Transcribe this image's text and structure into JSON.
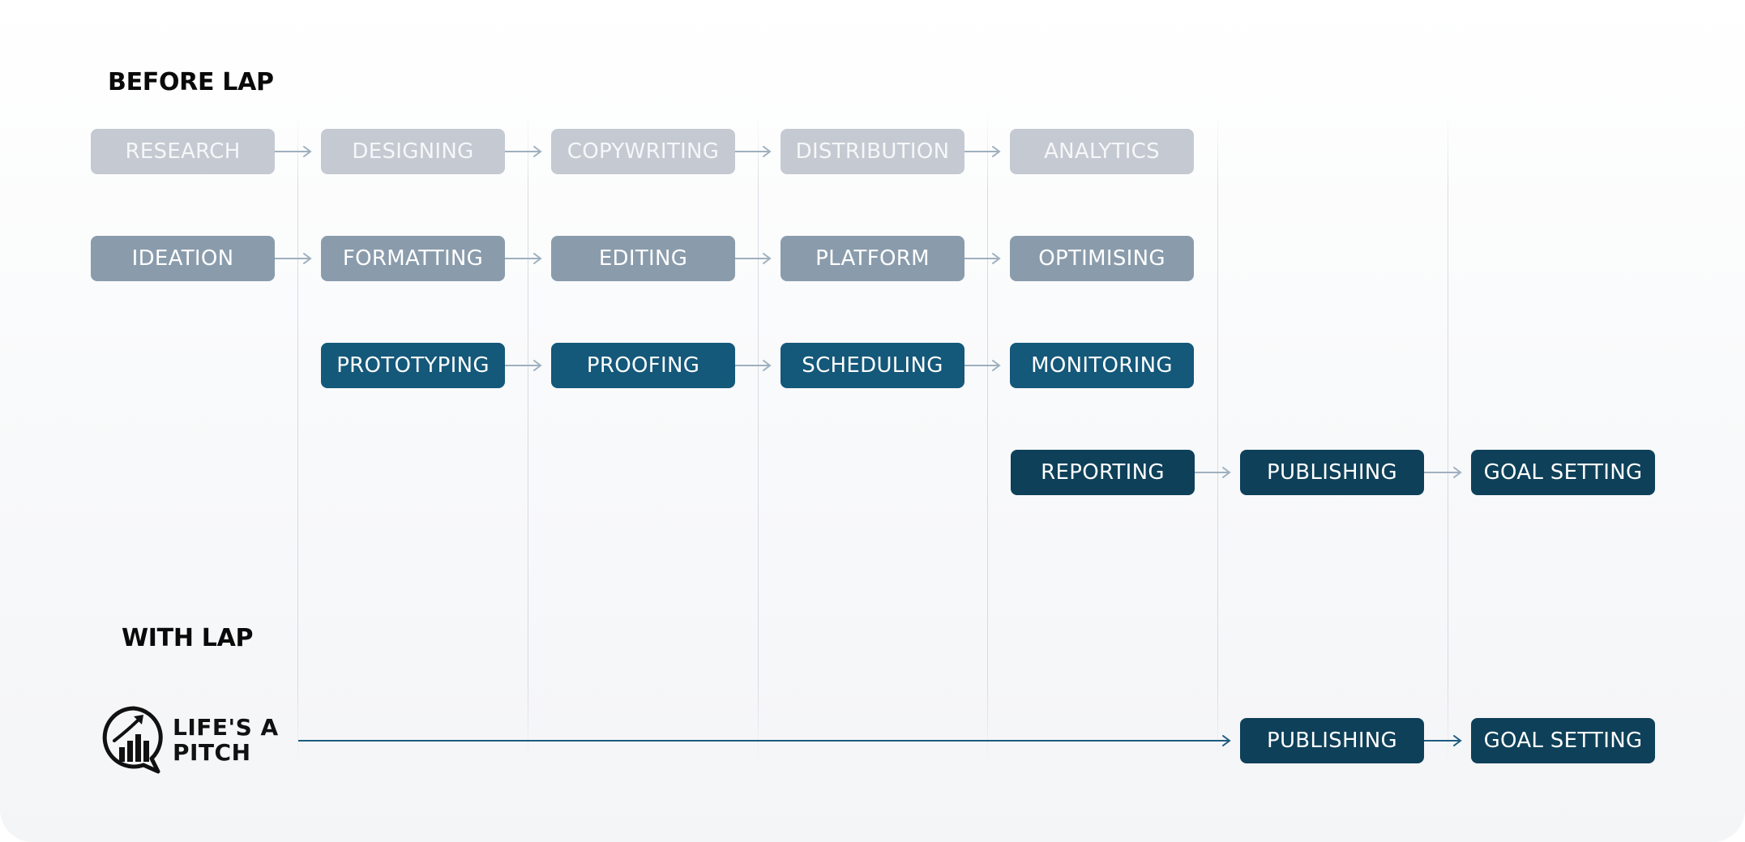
{
  "headings": {
    "before": "BEFORE LAP",
    "with": "WITH LAP"
  },
  "colors": {
    "row_1": "#c5cad2",
    "row_2": "#8a9cac",
    "row_3": "#14587a",
    "row_4": "#0e4059",
    "connector": "#9fb0bf",
    "lap_line": "#1e5c80"
  },
  "before_lap": {
    "row_1": [
      "RESEARCH",
      "DESIGNING",
      "COPYWRITING",
      "DISTRIBUTION",
      "ANALYTICS"
    ],
    "row_2": [
      "IDEATION",
      "FORMATTING",
      "EDITING",
      "PLATFORM",
      "OPTIMISING"
    ],
    "row_3": [
      "PROTOTYPING",
      "PROOFING",
      "SCHEDULING",
      "MONITORING"
    ],
    "row_4": [
      "REPORTING",
      "PUBLISHING",
      "GOAL SETTING"
    ]
  },
  "with_lap": {
    "steps": [
      "PUBLISHING",
      "GOAL SETTING"
    ]
  },
  "logo": {
    "line_1": "LIFE'S A",
    "line_2": "PITCH",
    "icon": "bar-chart-speech-bubble-icon"
  }
}
